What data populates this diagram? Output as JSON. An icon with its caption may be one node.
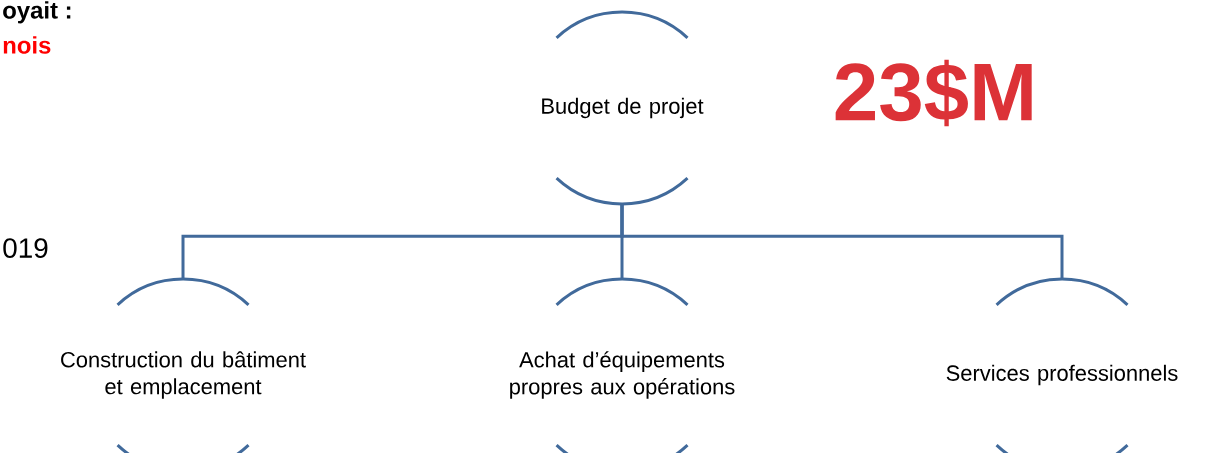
{
  "diagram": {
    "nodes": [
      {
        "text": [
          "Budget de projet"
        ]
      },
      {
        "text": [
          "Construction du bâtiment et emplacement"
        ]
      },
      {
        "text": [
          "Achat d’équipements propres aux opérations"
        ]
      },
      {
        "text": [
          "Services professionnels"
        ]
      }
    ],
    "edges": [
      {
        "from": 0,
        "to": 1,
        "arrow": "none"
      },
      {
        "from": 0,
        "to": 2,
        "arrow": "none"
      },
      {
        "from": 0,
        "to": 3,
        "arrow": "none"
      }
    ],
    "labels": [
      "oyait :",
      "nois",
      "019",
      "23$M"
    ]
  }
}
